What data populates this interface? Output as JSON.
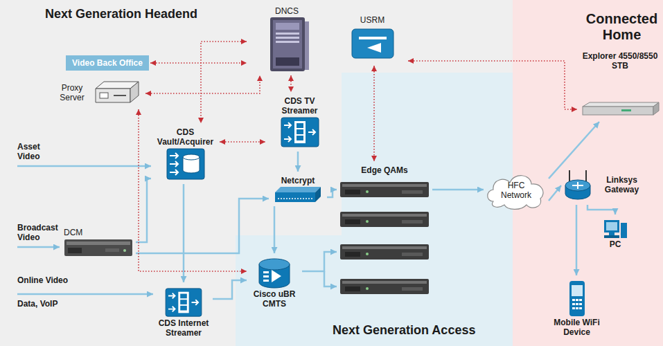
{
  "diagram": {
    "nodes": [
      {
        "text": [
          "Next Generation Headend"
        ]
      },
      {
        "text": [
          "Video Back Office"
        ],
        "in": 0
      },
      {
        "text": [
          "DNCS"
        ],
        "in": 0
      },
      {
        "text": [
          "USRM"
        ],
        "in": 0
      },
      {
        "text": [
          "Proxy Server"
        ],
        "in": 0
      },
      {
        "text": [
          "CDS Vault/Acquirer"
        ],
        "in": 0
      },
      {
        "text": [
          "CDS TV Streamer"
        ],
        "in": 0
      },
      {
        "text": [
          "Netcrypt"
        ],
        "in": 0
      },
      {
        "text": [
          "DCM"
        ],
        "in": 0
      },
      {
        "text": [
          "CDS Internet Streamer"
        ],
        "in": 0
      },
      {
        "text": [
          "Next Generation Access"
        ],
        "in": 0
      },
      {
        "text": [
          "Edge QAMs"
        ],
        "in": 10
      },
      {
        "text": [
          "Cisco uBR CMTS"
        ],
        "in": 10
      },
      {
        "text": [
          "Connected Home"
        ]
      },
      {
        "text": [
          "Explorer 4550/8550 STB"
        ],
        "in": 13
      },
      {
        "text": [
          "HFC Network"
        ]
      },
      {
        "text": [
          "Linksys Gateway"
        ],
        "in": 13
      },
      {
        "text": [
          "PC"
        ],
        "in": 13
      },
      {
        "text": [
          "Mobile WiFi Device"
        ],
        "in": 13
      }
    ],
    "edges": [
      {
        "from": 1,
        "to": 2,
        "arrow": "both"
      },
      {
        "from": 4,
        "to": 2,
        "arrow": "both"
      },
      {
        "from": 2,
        "to": 5,
        "arrow": "both"
      },
      {
        "from": 2,
        "to": 6,
        "arrow": "both"
      },
      {
        "from": 3,
        "to": 11,
        "arrow": "both"
      },
      {
        "from": 3,
        "to": 14,
        "arrow": "both"
      },
      {
        "from": 5,
        "to": 6,
        "arrow": "both"
      },
      {
        "from": 8,
        "to": 5,
        "arrow": "to"
      },
      {
        "from": 8,
        "to": 7,
        "arrow": "to"
      },
      {
        "from": 6,
        "to": 7,
        "arrow": "to"
      },
      {
        "from": 5,
        "to": 9,
        "arrow": "to"
      },
      {
        "from": 7,
        "to": 11,
        "arrow": "to"
      },
      {
        "from": 7,
        "to": 12,
        "arrow": "to"
      },
      {
        "from": 12,
        "to": 11,
        "arrow": "to"
      },
      {
        "from": 9,
        "to": 12,
        "arrow": "to"
      },
      {
        "from": 4,
        "to": 12,
        "arrow": "both"
      },
      {
        "from": 11,
        "to": 15,
        "arrow": "to"
      },
      {
        "from": 15,
        "to": 14,
        "arrow": "to"
      },
      {
        "from": 15,
        "to": 16,
        "arrow": "to"
      },
      {
        "from": 16,
        "to": 17,
        "arrow": "to"
      },
      {
        "from": 16,
        "to": 18,
        "arrow": "to"
      }
    ],
    "labels": [
      "Asset Video",
      "Broadcast Video",
      "Online Video",
      "Data, VoIP"
    ]
  }
}
